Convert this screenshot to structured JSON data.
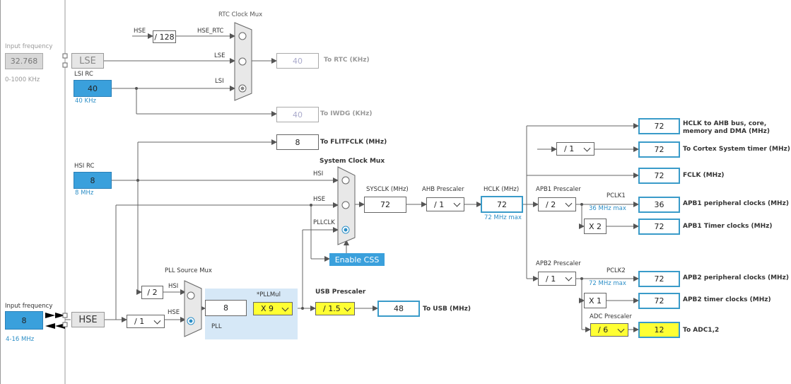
{
  "lse_input": {
    "label": "Input frequency",
    "value": "32.768",
    "range": "0-1000 KHz"
  },
  "lse_button": "LSE",
  "lsi": {
    "label": "LSI RC",
    "value": "40",
    "unit": "40 KHz"
  },
  "rtc_mux": {
    "title": "RTC Clock Mux",
    "hse": "HSE",
    "div128": "/ 128",
    "hse_rtc": "HSE_RTC",
    "lse": "LSE",
    "lsi": "LSI"
  },
  "rtc_out": {
    "value": "40",
    "label": "To RTC (KHz)"
  },
  "iwdg_out": {
    "value": "40",
    "label": "To IWDG (KHz)"
  },
  "flitf": {
    "value": "8",
    "label": "To FLITFCLK (MHz)"
  },
  "hsi": {
    "label": "HSI RC",
    "value": "8",
    "unit": "8 MHz"
  },
  "sys_mux": {
    "title": "System Clock Mux",
    "hsi": "HSI",
    "hse": "HSE",
    "pllclk": "PLLCLK"
  },
  "sysclk": {
    "label": "SYSCLK (MHz)",
    "value": "72"
  },
  "ahb": {
    "label": "AHB Prescaler",
    "value": "/ 1"
  },
  "hclk": {
    "label": "HCLK (MHz)",
    "value": "72",
    "max": "72 MHz max"
  },
  "enable_css": "Enable CSS",
  "apb1": {
    "label": "APB1 Prescaler",
    "value": "/ 2",
    "pclk": "PCLK1",
    "max": "36 MHz max",
    "x2": "X 2"
  },
  "apb2": {
    "label": "APB2 Prescaler",
    "value": "/ 1",
    "pclk": "PCLK2",
    "max": "72 MHz max",
    "x1": "X 1"
  },
  "cortex_div": "/ 1",
  "outputs": [
    {
      "value": "72",
      "label": "HCLK to AHB bus, core, memory and DMA (MHz)"
    },
    {
      "value": "72",
      "label": "To Cortex System timer (MHz)"
    },
    {
      "value": "72",
      "label": "FCLK (MHz)"
    },
    {
      "value": "36",
      "label": "APB1 peripheral clocks (MHz)"
    },
    {
      "value": "72",
      "label": "APB1 Timer clocks (MHz)"
    },
    {
      "value": "72",
      "label": "APB2 peripheral clocks (MHz)"
    },
    {
      "value": "72",
      "label": "APB2 timer clocks (MHz)"
    },
    {
      "value": "12",
      "label": "To ADC1,2"
    }
  ],
  "adc": {
    "label": "ADC Prescaler",
    "value": "/ 6"
  },
  "hse_input": {
    "label": "Input frequency",
    "value": "8",
    "range": "4-16 MHz"
  },
  "hse_button": "HSE",
  "hse_div": "/ 1",
  "pll_src": {
    "title": "PLL Source Mux",
    "div2": "/ 2",
    "hsi": "HSI",
    "hse": "HSE"
  },
  "pll": {
    "input": "8",
    "mul_label": "*PLLMul",
    "mul": "X 9",
    "name": "PLL"
  },
  "usb": {
    "label": "USB Prescaler",
    "value": "/ 1.5",
    "out": "48",
    "out_label": "To USB (MHz)"
  }
}
